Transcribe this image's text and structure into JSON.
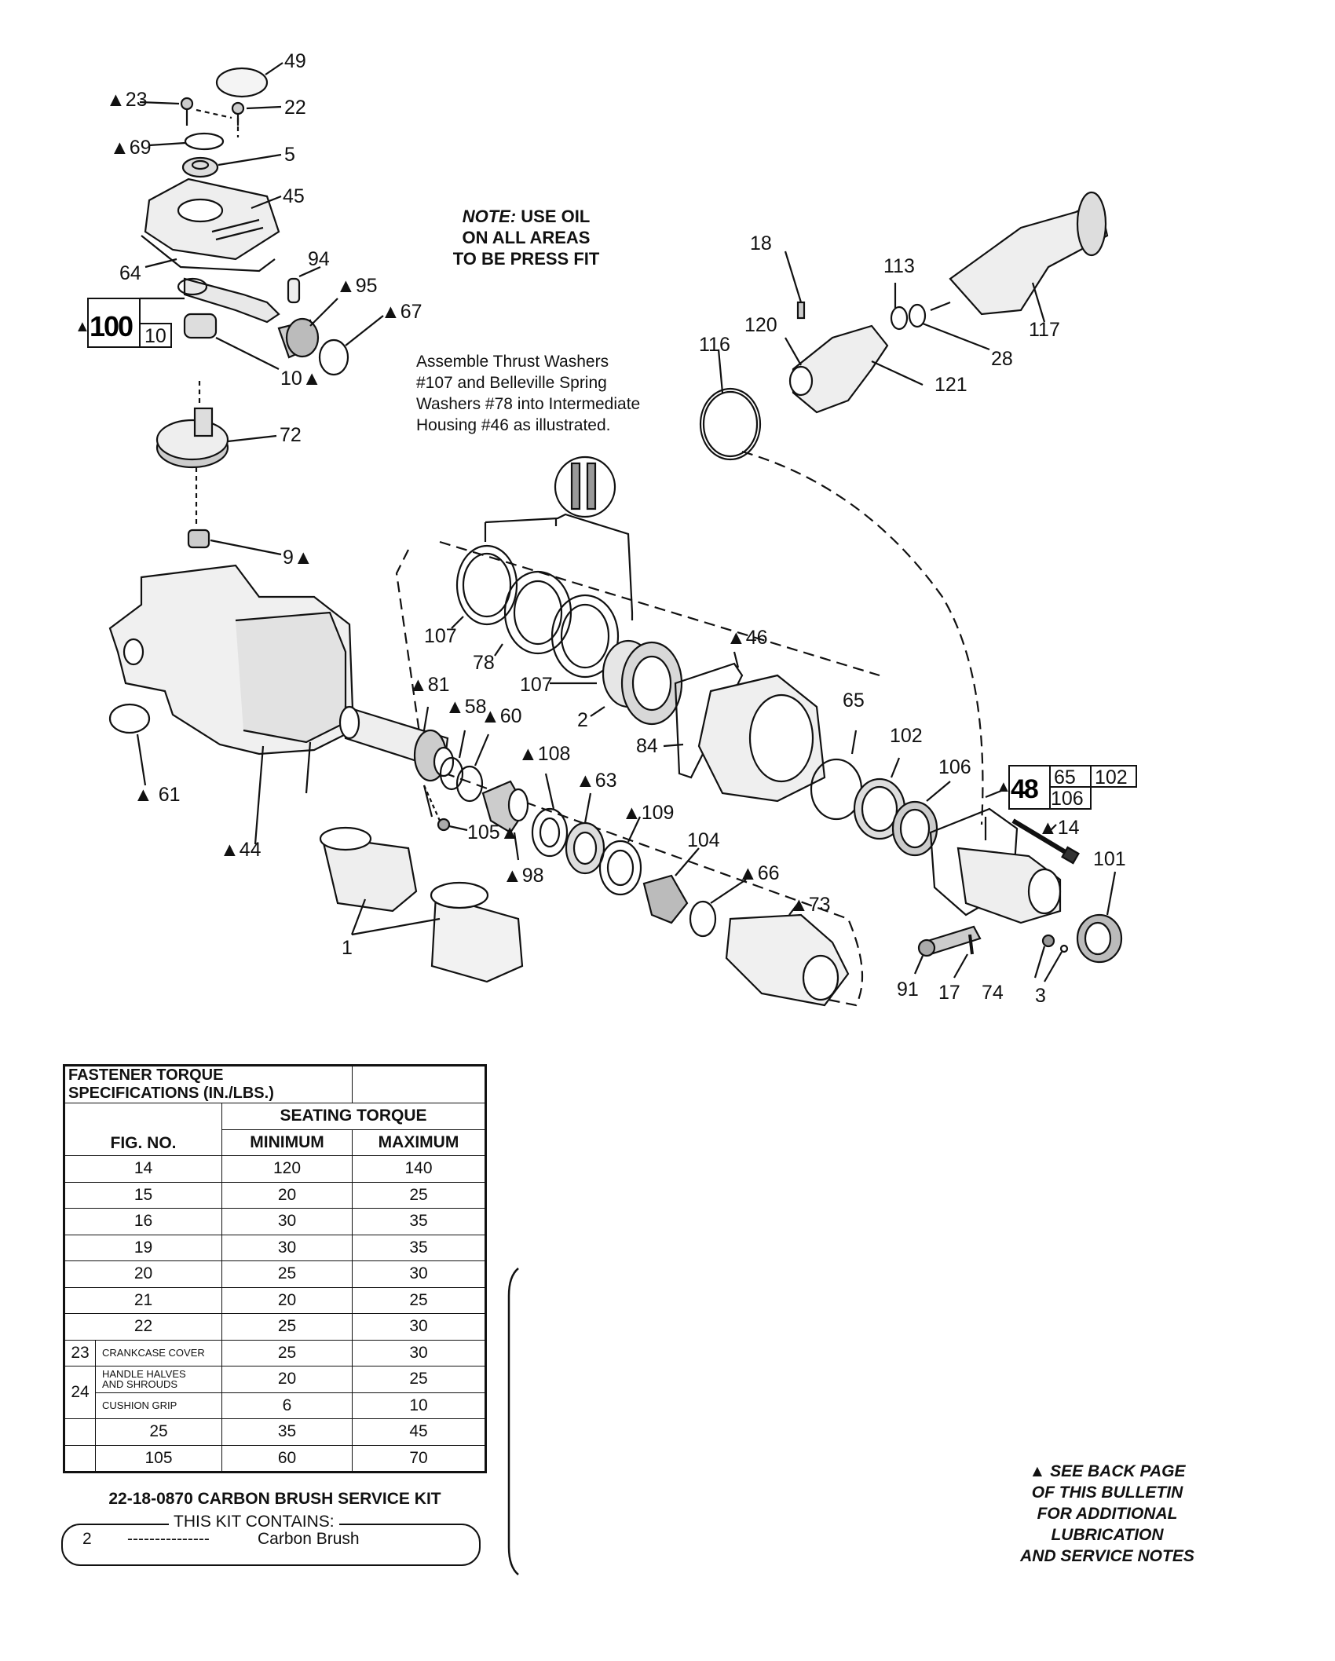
{
  "note": {
    "prefix": "NOTE:",
    "line1": " USE OIL",
    "line2": "ON ALL AREAS",
    "line3": "TO BE PRESS FIT"
  },
  "assemble_note": {
    "line1": "Assemble Thrust Washers",
    "line2": "#107 and Belleville Spring",
    "line3": "Washers #78 into Intermediate",
    "line4": "Housing #46 as illustrated."
  },
  "part_labels": {
    "p49": "49",
    "p23": "▲23",
    "p22": "22",
    "p69": "▲69",
    "p5": "5",
    "p45": "45",
    "p64": "64",
    "p94": "94",
    "p95": "▲95",
    "p67": "▲67",
    "p100": "100",
    "p100sub": "10",
    "p10": "10▲",
    "p72": "72",
    "p9": "9▲",
    "p18": "18",
    "p113": "113",
    "p117": "117",
    "p120": "120",
    "p116": "116",
    "p28": "28",
    "p121": "121",
    "p107a": "107",
    "p78": "78",
    "p107b": "107",
    "p2": "2",
    "p46": "▲46",
    "p84": "84",
    "p65": "65",
    "p102": "102",
    "p106": "106",
    "p81": "▲81",
    "p58": "▲58",
    "p60": "▲60",
    "p108": "▲108",
    "p63": "▲63",
    "p109": "▲109",
    "p104": "104",
    "p66": "▲66",
    "p73": "▲73",
    "p105": "105▲",
    "p98": "▲98",
    "p61": "▲ 61",
    "p44": "▲44",
    "p1": "1",
    "p48": "48",
    "p48a": "65",
    "p48b": "102",
    "p48c": "106",
    "p14": "▲14",
    "p101": "101",
    "p91": "91",
    "p17": "17",
    "p74": "74",
    "p3": "3"
  },
  "torque_table": {
    "title": "FASTENER TORQUE SPECIFICATIONS (IN./LBS.)",
    "seating": "SEATING TORQUE",
    "col_fig": "FIG. NO.",
    "col_min": "MINIMUM",
    "col_max": "MAXIMUM",
    "rows": [
      {
        "fig": "14",
        "min": "120",
        "max": "140"
      },
      {
        "fig": "15",
        "min": "20",
        "max": "25"
      },
      {
        "fig": "16",
        "min": "30",
        "max": "35"
      },
      {
        "fig": "19",
        "min": "30",
        "max": "35"
      },
      {
        "fig": "20",
        "min": "25",
        "max": "30"
      },
      {
        "fig": "21",
        "min": "20",
        "max": "25"
      },
      {
        "fig": "22",
        "min": "25",
        "max": "30"
      }
    ],
    "r23": {
      "fig": "23",
      "desc": "CRANKCASE COVER",
      "min": "25",
      "max": "30"
    },
    "r24a": {
      "fig": "24",
      "desc1": "HANDLE HALVES",
      "desc2": "AND SHROUDS",
      "min": "20",
      "max": "25"
    },
    "r24b": {
      "desc": "CUSHION GRIP",
      "min": "6",
      "max": "10"
    },
    "r25": {
      "fig": "25",
      "min": "35",
      "max": "45"
    },
    "r105": {
      "fig": "105",
      "min": "60",
      "max": "70"
    }
  },
  "kit": {
    "title": "22-18-0870 CARBON BRUSH SERVICE KIT",
    "legend": "THIS KIT CONTAINS:",
    "qty": "2",
    "dashes": "---------------",
    "item": "Carbon Brush"
  },
  "back_note": {
    "line1": "▲ SEE BACK PAGE",
    "line2": "OF THIS BULLETIN",
    "line3": "FOR ADDITIONAL",
    "line4": "LUBRICATION",
    "line5": "AND SERVICE NOTES"
  }
}
